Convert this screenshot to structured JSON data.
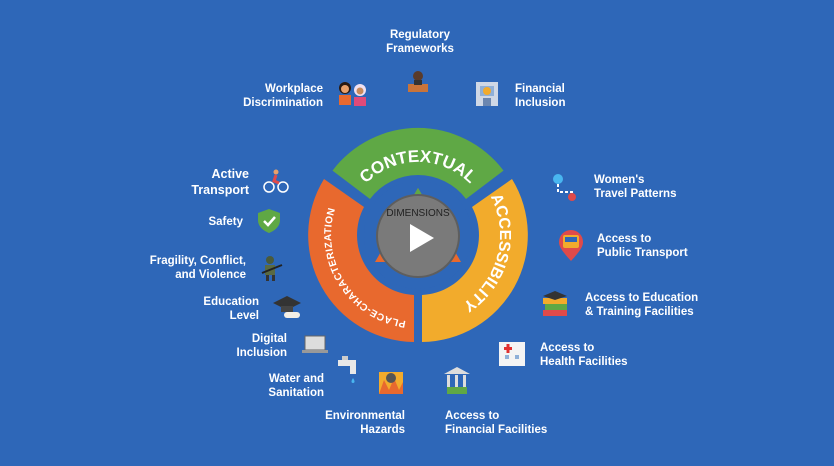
{
  "dimensions": {
    "center_label": "DIMENSIONS",
    "segments": [
      {
        "label": "CONTEXTUAL",
        "color": "#5fa845"
      },
      {
        "label": "ACCESSIBILITY",
        "color": "#f2ab2c"
      },
      {
        "label": "PLACE-CHARACTERIZATION",
        "color": "#e8692e"
      }
    ]
  },
  "labels": {
    "regulatory": "Regulatory\nFrameworks",
    "workplace": "Workplace\nDiscrimination",
    "financial_inclusion": "Financial\nInclusion",
    "active_transport": "Active\nTransport",
    "safety": "Safety",
    "fragility": "Fragility, Conflict,\nand Violence",
    "education_level": "Education\nLevel",
    "digital": "Digital\nInclusion",
    "water": "Water and\nSanitation",
    "environmental": "Environmental\nHazards",
    "financial_facilities": "Access to\nFinancial Facilities",
    "health": "Access to\nHealth Facilities",
    "education_training": "Access to Education\n& Training Facilities",
    "public_transport": "Access to\nPublic Transport",
    "womens_travel": "Women's\nTravel Patterns"
  },
  "colors": {
    "background": "#2e67b8",
    "play_button": "#7a7a7a"
  }
}
